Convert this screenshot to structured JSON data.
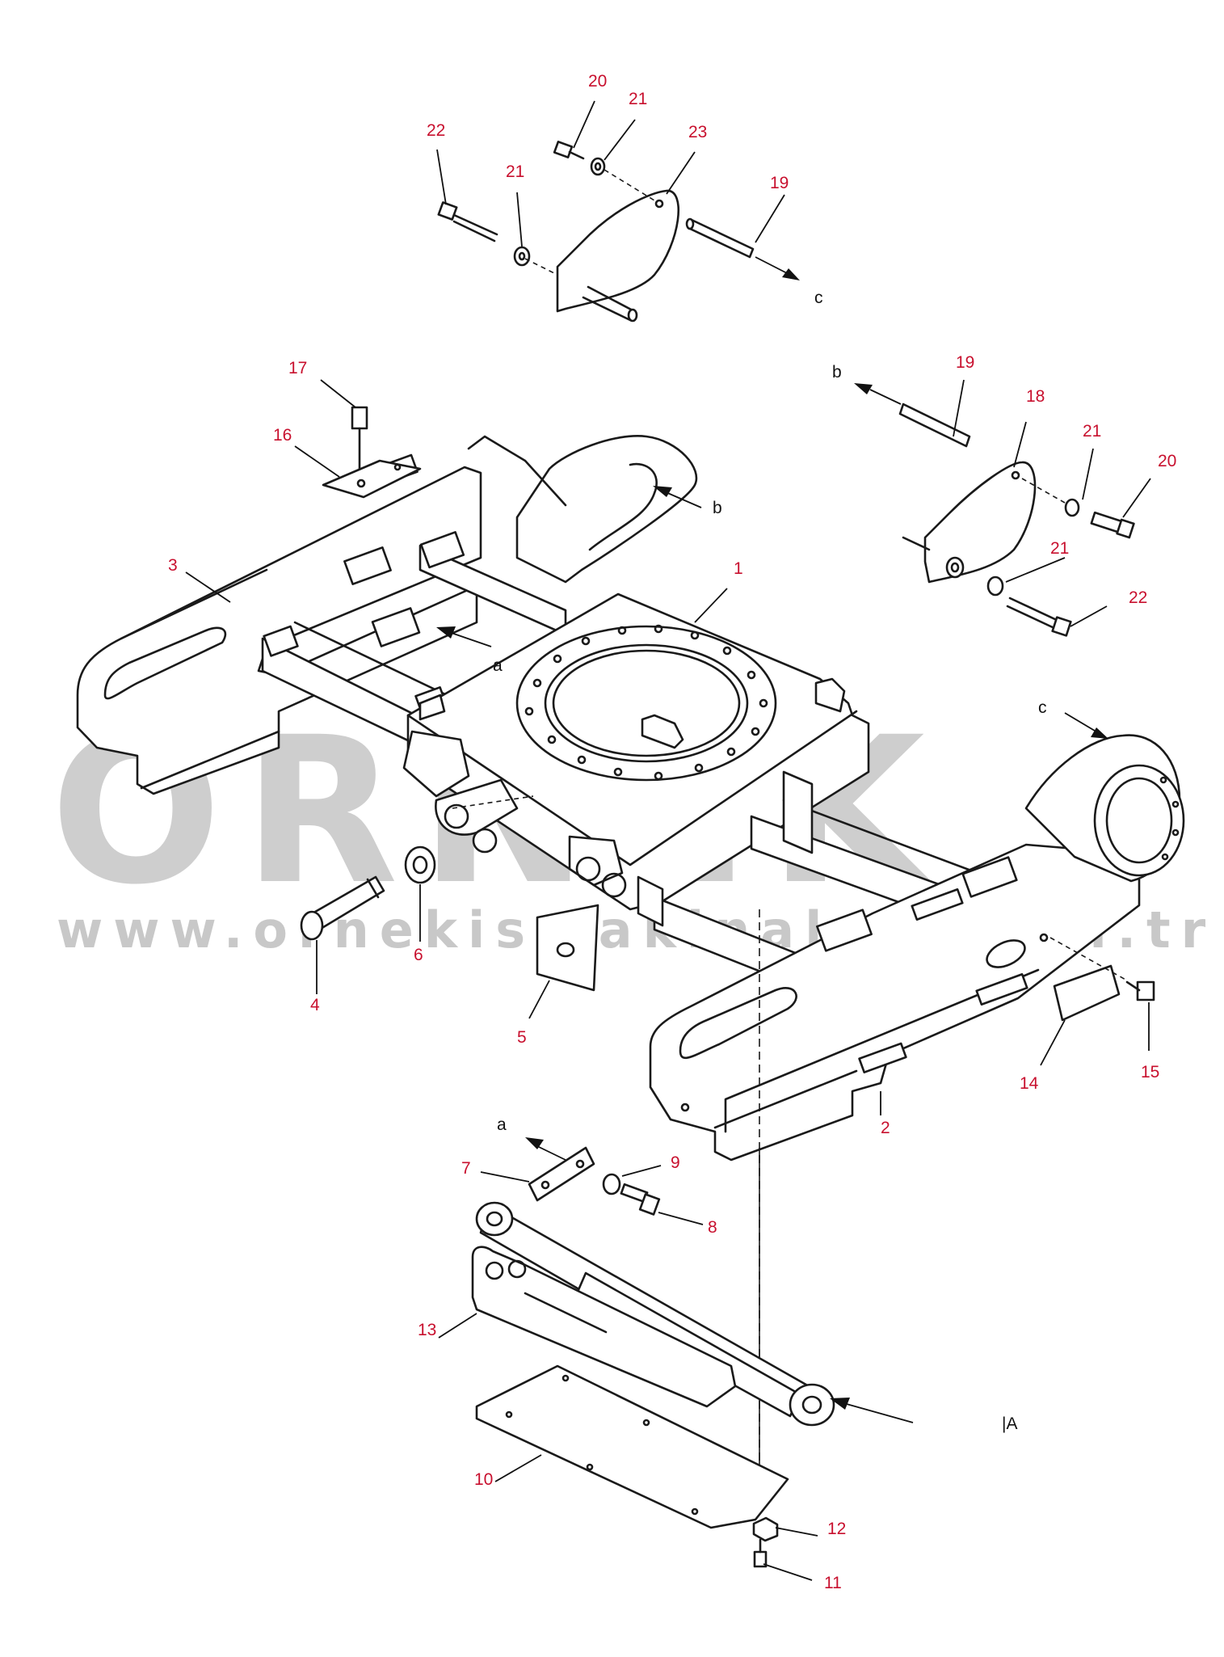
{
  "watermark": {
    "brand": "ÖRNEK",
    "url": "www.ornekismakinalari.com.tr",
    "accent_color": "#f2c200"
  },
  "callouts": [
    "1",
    "2",
    "3",
    "4",
    "5",
    "6",
    "7",
    "8",
    "9",
    "10",
    "11",
    "12",
    "13",
    "14",
    "15",
    "16",
    "17",
    "18",
    "19",
    "19",
    "20",
    "20",
    "21",
    "21",
    "21",
    "21",
    "22",
    "22",
    "23"
  ],
  "reference_letters": [
    "a",
    "a",
    "b",
    "b",
    "c",
    "c"
  ],
  "view_label": "|A",
  "colors": {
    "callout": "#c8102e",
    "line": "#1a1a1a",
    "watermark": "#a6a6a6"
  }
}
